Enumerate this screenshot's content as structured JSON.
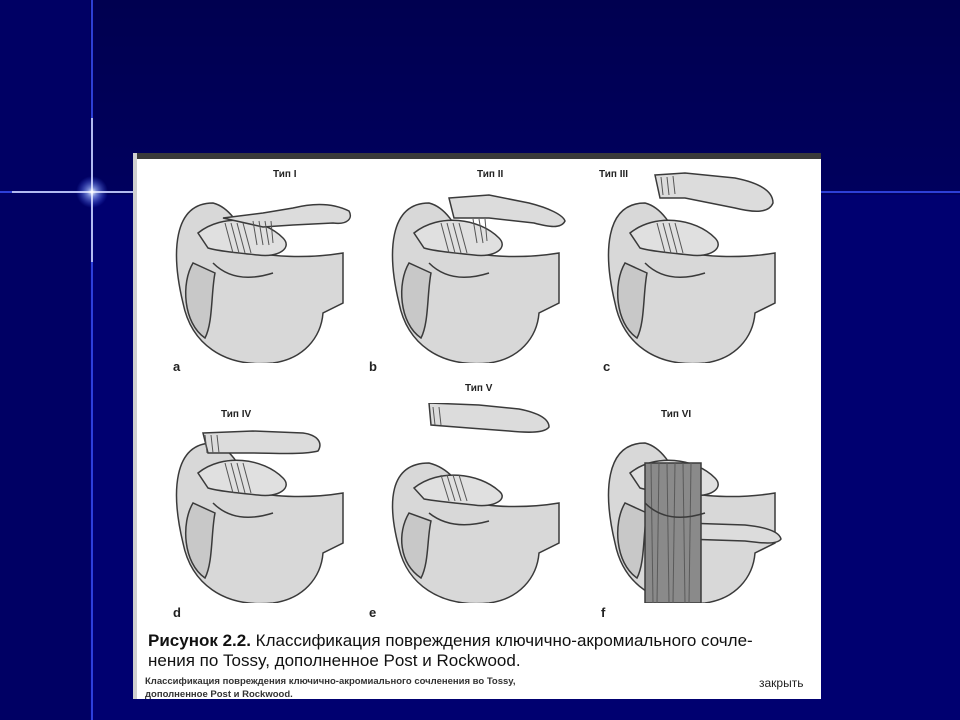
{
  "colors": {
    "background": "#00006a",
    "bone": "#d8d8d8",
    "outline": "#3a3a3a"
  },
  "panels": [
    {
      "letter": "a",
      "type_label": "Тип I"
    },
    {
      "letter": "b",
      "type_label": "Тип II"
    },
    {
      "letter": "c",
      "type_label": "Тип III"
    },
    {
      "letter": "d",
      "type_label": "Тип IV"
    },
    {
      "letter": "e",
      "type_label": "Тип V"
    },
    {
      "letter": "f",
      "type_label": "Тип VI"
    }
  ],
  "caption": {
    "bold": "Рисунок 2.2.",
    "line1": " Классификация повреждения ключично-акромиального сочле-",
    "line2": "нения по Tossy, дополненное Post и Rockwood."
  },
  "subcaption": {
    "line1": "Классификация повреждения ключично-акромиального сочленения во Tossy,",
    "line2": "дополненное Post и Rockwood."
  },
  "close_link": "закрыть"
}
